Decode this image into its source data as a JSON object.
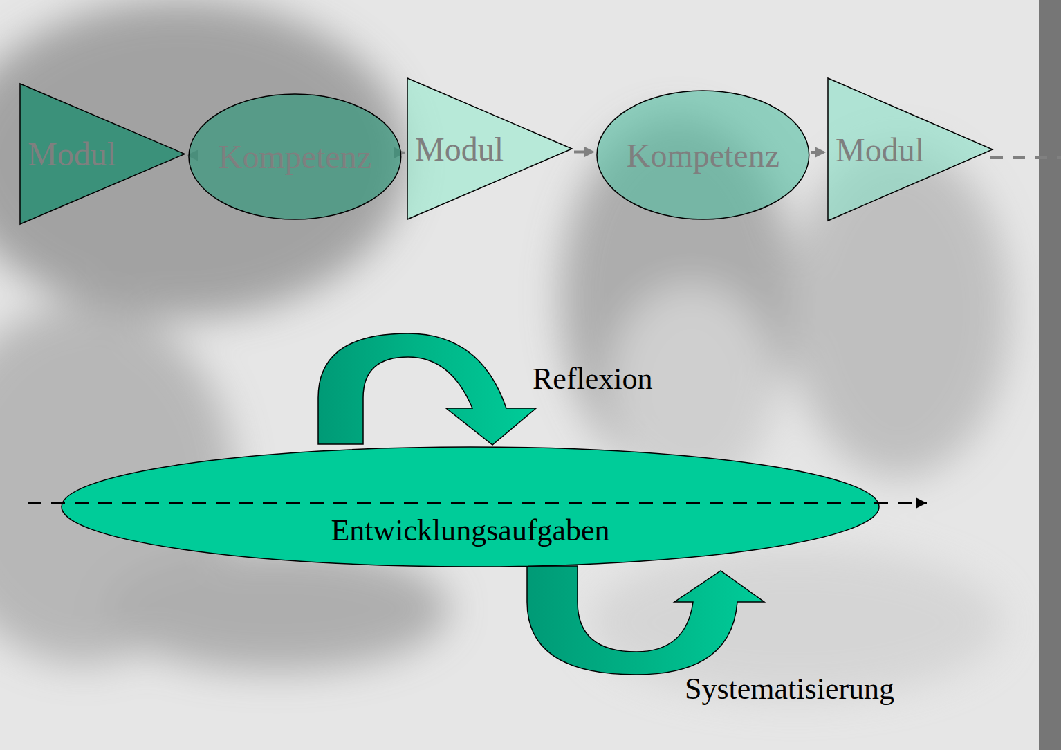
{
  "diagram": {
    "nodes": [
      {
        "text": [
          "Modul"
        ]
      },
      {
        "text": [
          "Kompetenz"
        ]
      },
      {
        "text": [
          "Modul"
        ]
      },
      {
        "text": [
          "Kompetenz"
        ]
      },
      {
        "text": [
          "Modul"
        ]
      },
      {
        "text": [
          "Entwicklungsaufgaben"
        ]
      }
    ],
    "edges": [
      {
        "from": 0,
        "to": 1,
        "arrow": "to"
      },
      {
        "from": 1,
        "to": 2,
        "arrow": "to"
      },
      {
        "from": 2,
        "to": 3,
        "arrow": "to"
      },
      {
        "from": 3,
        "to": 4,
        "arrow": "to"
      }
    ],
    "labels": [
      "Reflexion",
      "Systematisierung"
    ]
  }
}
